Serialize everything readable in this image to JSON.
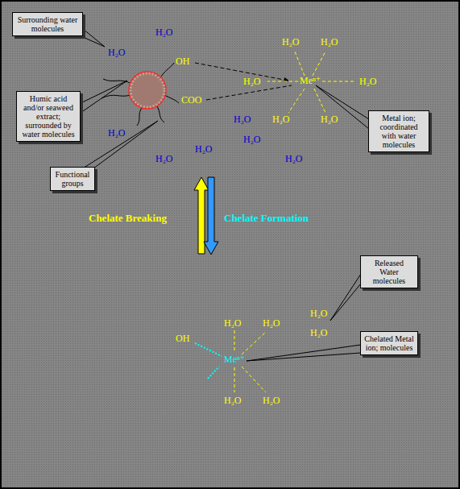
{
  "diagram": {
    "nodes": [
      {
        "text": [
          "Surrounding water molecules"
        ]
      },
      {
        "text": [
          "Humic acid and/or seaweed extract; surrounded by water molecules"
        ]
      },
      {
        "text": [
          "Functional groups"
        ]
      },
      {
        "text": [
          "Metal ion; coordinated with water molecules"
        ]
      },
      {
        "text": [
          "Released Water molecules"
        ]
      },
      {
        "text": [
          "Chelated Metal ion; molecules"
        ]
      }
    ],
    "labels": [
      "H₂O",
      "H₂O",
      "OH",
      "H₂O",
      "H₂O",
      "H₂O",
      "Meⁿ⁺",
      "H₂O",
      "COO",
      "H₂O",
      "H₂O",
      "H₂O",
      "H₂O",
      "H₂O",
      "H₂O",
      "H₂O",
      "H₂O",
      "Chelate Breaking",
      "Chelate Formation",
      "H₂O",
      "H₂O",
      "H₂O",
      "H₂O",
      "OH",
      "Meⁿ⁺",
      "H₂O",
      "H₂O"
    ]
  }
}
